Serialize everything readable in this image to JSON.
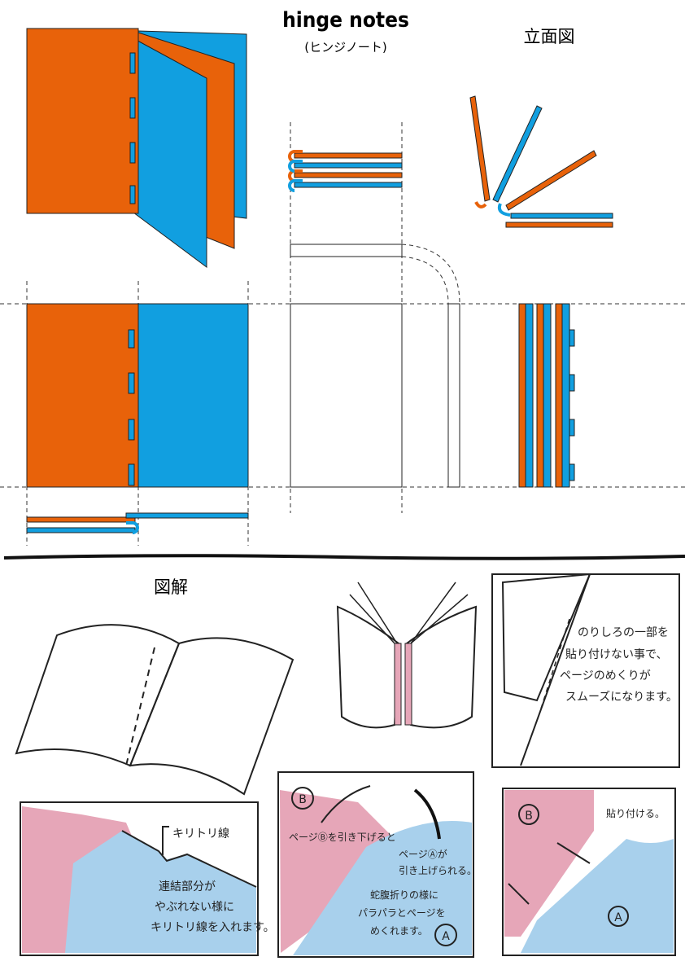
{
  "title": "hinge notes",
  "subtitle": "(ヒンジノート)",
  "elevation_heading": "立面図",
  "explanation_heading": "図解",
  "colors": {
    "orange": "#e8620a",
    "blue": "#119fe0",
    "pink": "#e6a6b8",
    "light_blue": "#a8d0ec"
  },
  "notes": {
    "glue_note": [
      "のりしろの一部を",
      "貼り付けない事で、",
      "ページのめくりが",
      "スムーズになります。"
    ],
    "cut_line_label": "キリトリ線",
    "cut_note": [
      "連結部分が",
      "やぶれない様に",
      "キリトリ線を入れます。"
    ],
    "pull_down": "ページⒷを引き下げると",
    "pull_up": [
      "ページⒶが",
      "引き上げられる。"
    ],
    "accordion": [
      "蛇腹折りの様に",
      "パラパラとページを",
      "めくれます。"
    ],
    "label_a": "A",
    "label_b": "B",
    "attach": "貼り付ける。"
  }
}
